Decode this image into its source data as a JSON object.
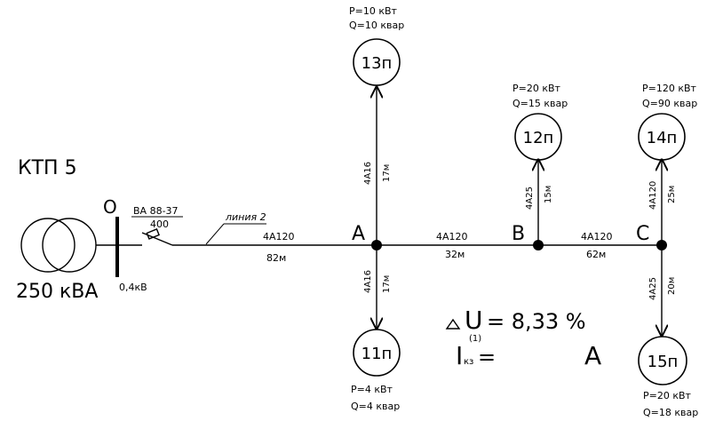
{
  "substation": {
    "name": "КТП 5",
    "power": "250 кВА",
    "busbar_label": "О",
    "voltage": "0,4кВ"
  },
  "breaker": {
    "type": "ВА 88-37",
    "rating": "400"
  },
  "line_name": "линия 2",
  "nodes": {
    "A": "A",
    "B": "B",
    "C": "C"
  },
  "segments": {
    "o_a": {
      "cable": "4А120",
      "length": "82м"
    },
    "a_b": {
      "cable": "4А120",
      "length": "32м"
    },
    "b_c": {
      "cable": "4А120",
      "length": "62м"
    },
    "a_13": {
      "cable": "4А16",
      "length": "17м"
    },
    "a_11": {
      "cable": "4А16",
      "length": "17м"
    },
    "b_12": {
      "cable": "4А25",
      "length": "15м"
    },
    "c_14": {
      "cable": "4А120",
      "length": "25м"
    },
    "c_15": {
      "cable": "4А25",
      "length": "20м"
    }
  },
  "loads": {
    "l13": {
      "label": "13п",
      "p": "P=10 кВт",
      "q": "Q=10 квар"
    },
    "l12": {
      "label": "12п",
      "p": "P=20 кВт",
      "q": "Q=15 квар"
    },
    "l14": {
      "label": "14п",
      "p": "P=120 кВт",
      "q": "Q=90 квар"
    },
    "l11": {
      "label": "11п",
      "p": "P=4 кВт",
      "q": "Q=4 квар"
    },
    "l15": {
      "label": "15п",
      "p": "P=20 кВт",
      "q": "Q=18 квар"
    }
  },
  "results": {
    "du_symbol": "U",
    "du_value": "= 8,33 %",
    "ik_symbol": "I",
    "ik_sub": "кз",
    "ik_sup": "(1)",
    "ik_eq": "=",
    "ik_unit": "А"
  }
}
